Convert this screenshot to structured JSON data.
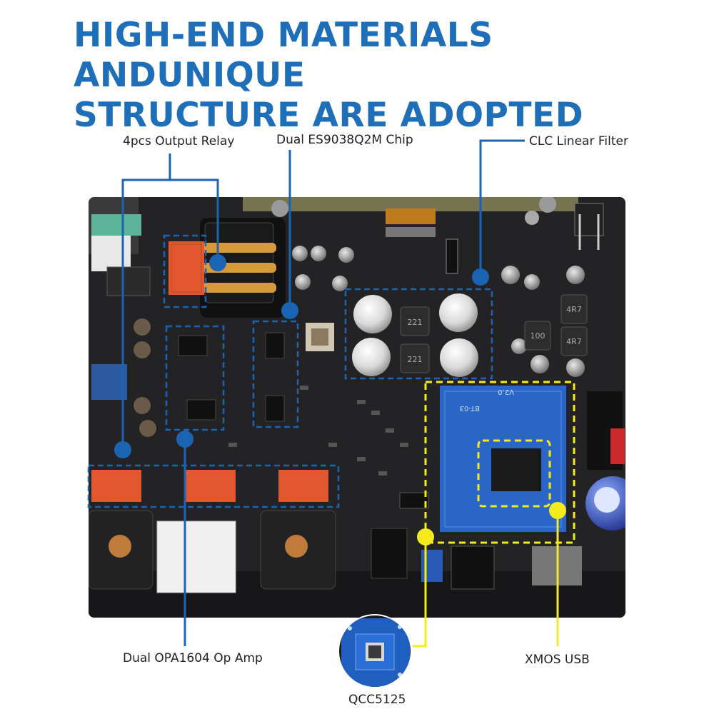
{
  "headline": {
    "line1": "HIGH-END MATERIALS ANDUNIQUE",
    "line2": "STRUCTURE ARE ADOPTED"
  },
  "labels": {
    "output_relay": "4pcs Output Relay",
    "dac_chip": "Dual ES9038Q2M Chip",
    "clc_filter": "CLC Linear Filter",
    "op_amp": "Dual OPA1604 Op Amp",
    "bluetooth": "QCC5125",
    "usb": "XMOS USB"
  },
  "board_marks": {
    "inductor_1": "221",
    "inductor_2": "221",
    "inductor_3": "4R7",
    "inductor_4": "100",
    "inductor_5": "4R7",
    "module_name": "BT-03",
    "module_ver": "V2.0"
  },
  "colors": {
    "brand_blue": "#1e6fb8",
    "callout_blue": "#1b64b4",
    "callout_yellow": "#f4ea1c",
    "board": "#1f1f21"
  }
}
